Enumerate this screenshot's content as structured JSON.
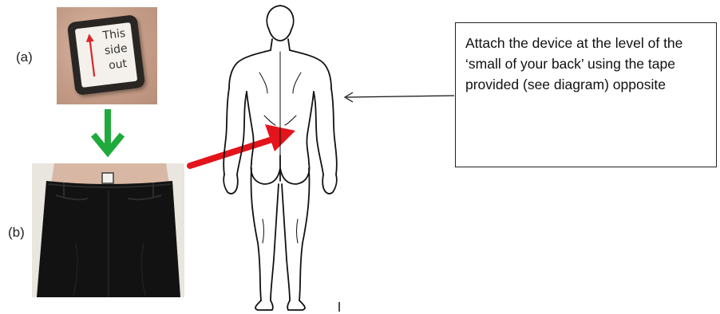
{
  "labels": {
    "a": "(a)",
    "b": "(b)"
  },
  "device": {
    "sticker_text": "This side out"
  },
  "instruction": {
    "text": "Attach the device at the level of the ‘small of your back’ using the tape provided (see diagram) opposite"
  },
  "colors": {
    "green_arrow": "#1faa3c",
    "red_arrow": "#e3141b",
    "trousers": "#121212",
    "skin": "#d9b7a3"
  }
}
